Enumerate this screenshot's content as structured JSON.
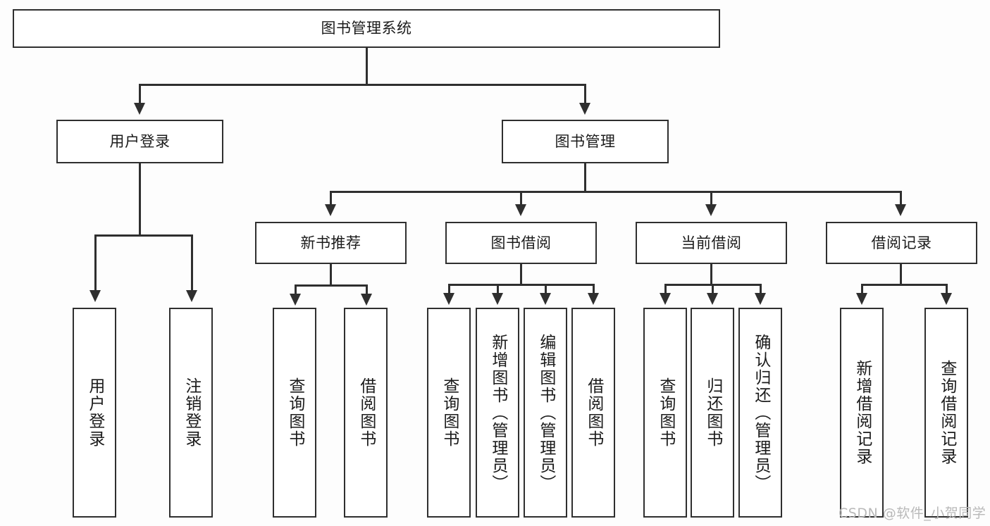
{
  "diagram": {
    "title": "图书管理系统",
    "type": "hierarchy-tree",
    "watermark": "CSDN @软件_小贺同学",
    "root": {
      "label": "图书管理系统"
    },
    "level2": [
      {
        "label": "用户登录"
      },
      {
        "label": "图书管理"
      }
    ],
    "level3": [
      {
        "label": "新书推荐"
      },
      {
        "label": "图书借阅"
      },
      {
        "label": "当前借阅"
      },
      {
        "label": "借阅记录"
      }
    ],
    "leaves": {
      "user_login": [
        {
          "label": "用户登录"
        },
        {
          "label": "注销登录"
        }
      ],
      "new_book_recommend": [
        {
          "label": "查询图书"
        },
        {
          "label": "借阅图书"
        }
      ],
      "book_borrow": [
        {
          "label": "查询图书"
        },
        {
          "label": "新增图书（管理员）"
        },
        {
          "label": "编辑图书（管理员）"
        },
        {
          "label": "借阅图书"
        }
      ],
      "current_borrow": [
        {
          "label": "查询图书"
        },
        {
          "label": "归还图书"
        },
        {
          "label": "确认归还（管理员）"
        }
      ],
      "borrow_record": [
        {
          "label": "新增借阅记录"
        },
        {
          "label": "查询借阅记录"
        }
      ]
    },
    "colors": {
      "stroke": "#2f2f2f",
      "fill": "#ffffff",
      "text": "#1b1b1b",
      "background": "#fdfdfd",
      "watermark": "#b9b9b9"
    }
  }
}
